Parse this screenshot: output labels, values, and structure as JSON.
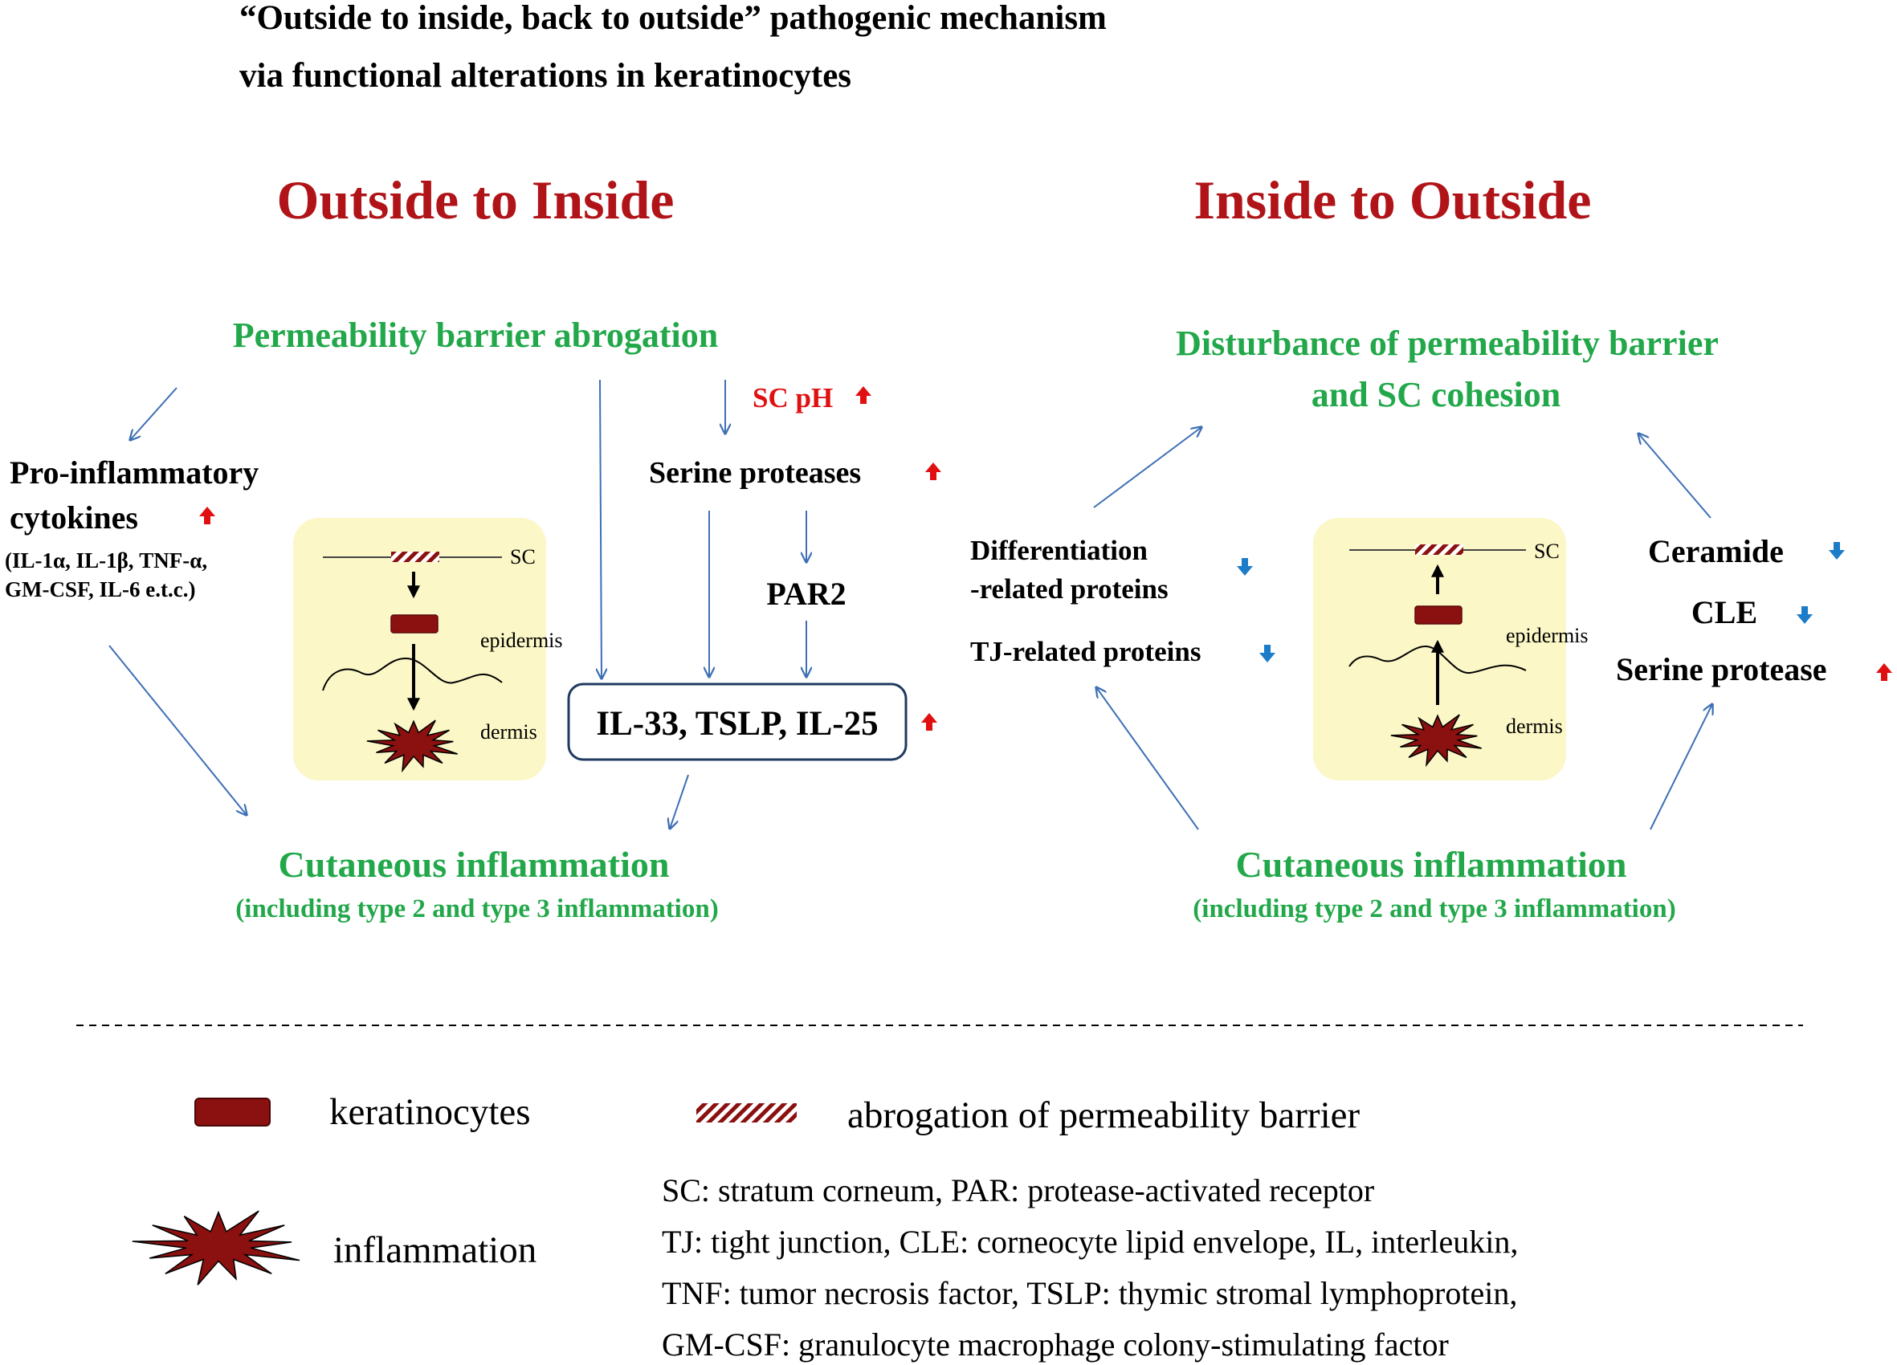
{
  "title": {
    "line1": "“Outside to inside, back to outside” pathogenic mechanism",
    "line2": "via functional alterations in keratinocytes"
  },
  "left_panel": {
    "heading": "Outside to Inside",
    "top_label": "Permeability barrier abrogation",
    "sc_ph": "SC pH",
    "serine_proteases": "Serine proteases",
    "par2": "PAR2",
    "cytokines_line1": "Pro-inflammatory",
    "cytokines_line2": "cytokines",
    "cytokines_list_line1": "(IL-1α, IL-1β, TNF-α,",
    "cytokines_list_line2": "GM-CSF, IL-6 e.t.c.)",
    "box_label": "IL-33, TSLP, IL-25",
    "bottom_label": "Cutaneous inflammation",
    "bottom_sub": "(including type 2 and type 3  inflammation)"
  },
  "right_panel": {
    "heading": "Inside to Outside",
    "top_label_line1": "Disturbance of permeability barrier",
    "top_label_line2": "and SC cohesion",
    "diff_line1": "Differentiation",
    "diff_line2": "-related proteins",
    "tj": "TJ-related proteins",
    "ceramide": "Ceramide",
    "cle": "CLE",
    "serine_protease": "Serine protease",
    "bottom_label": "Cutaneous inflammation",
    "bottom_sub": "(including type 2 and type 3  inflammation)"
  },
  "skin_inset": {
    "sc": "SC",
    "epidermis": "epidermis",
    "dermis": "dermis"
  },
  "legend": {
    "keratinocytes": "keratinocytes",
    "abrogation": "abrogation of permeability barrier",
    "inflammation": "inflammation",
    "abbrev_line1": "SC: stratum corneum, PAR: protease-activated  receptor",
    "abbrev_line2": "TJ: tight junction, CLE: corneocyte  lipid envelope, IL, interleukin,",
    "abbrev_line3": "TNF: tumor necrosis factor, TSLP: thymic  stromal lymphoprotein,",
    "abbrev_line4": "GM-CSF: granulocyte macrophage  colony-stimulating  factor"
  },
  "colors": {
    "green": "#22a84a",
    "dark_red": "#b01418",
    "arrow_blue": "#3d6fb5",
    "inset_bg": "#fbf7c6",
    "keratinocyte": "#8b1010",
    "up_arrow": "#e01010",
    "down_arrow": "#1c7cc8"
  }
}
